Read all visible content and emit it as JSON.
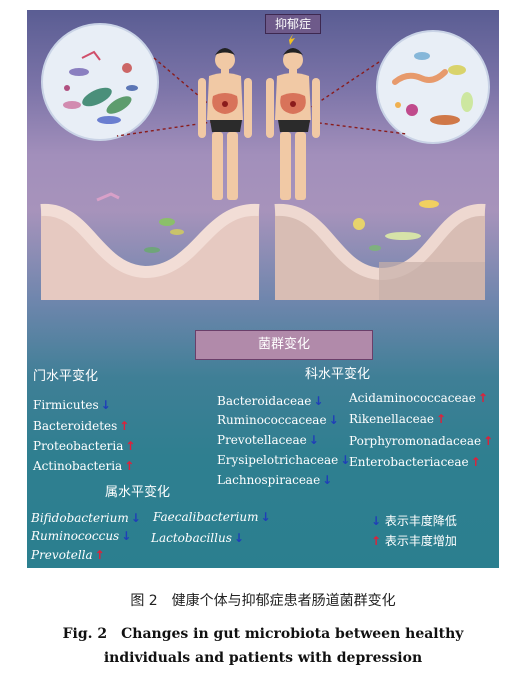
{
  "title": "抑郁症",
  "microbiota_label": "菌群变化",
  "phylum_level": {
    "heading": "门水平变化",
    "items": [
      {
        "name": "Firmicutes",
        "dir": "down"
      },
      {
        "name": "Bacteroidetes",
        "dir": "up"
      },
      {
        "name": "Proteobacteria",
        "dir": "up"
      },
      {
        "name": "Actinobacteria",
        "dir": "up"
      }
    ]
  },
  "family_level": {
    "heading": "科水平变化",
    "col1": [
      {
        "name": "Bacteroidaceae",
        "dir": "down"
      },
      {
        "name": "Ruminococcaceae",
        "dir": "down"
      },
      {
        "name": "Prevotellaceae",
        "dir": "down"
      },
      {
        "name": "Erysipelotrichaceae",
        "dir": "down"
      },
      {
        "name": "Lachnospiraceae",
        "dir": "down"
      }
    ],
    "col2": [
      {
        "name": "Acidaminococcaceae",
        "dir": "up"
      },
      {
        "name": "Rikenellaceae",
        "dir": "up"
      },
      {
        "name": "Porphyromonadaceae",
        "dir": "up"
      },
      {
        "name": "Enterobacteriaceae",
        "dir": "up"
      }
    ]
  },
  "genus_level": {
    "heading": "属水平变化",
    "col1": [
      {
        "name": "Bifidobacterium",
        "dir": "down"
      },
      {
        "name": "Ruminococcus",
        "dir": "down"
      },
      {
        "name": "Prevotella",
        "dir": "up"
      }
    ],
    "col2": [
      {
        "name": "Faecalibacterium",
        "dir": "down"
      },
      {
        "name": "Lactobacillus",
        "dir": "down"
      }
    ]
  },
  "legend": {
    "down_text": "表示丰度降低",
    "up_text": "表示丰度增加"
  },
  "arrows": {
    "down": "↓",
    "up": "↑"
  },
  "caption": {
    "zh": "图 2　健康个体与抑郁症患者肠道菌群变化",
    "en_line1": "Fig. 2　Changes in gut microbiota between healthy",
    "en_line2": "individuals and patients with depression"
  },
  "colors": {
    "down_arrow": "#1f3fb8",
    "up_arrow": "#e0203a"
  }
}
